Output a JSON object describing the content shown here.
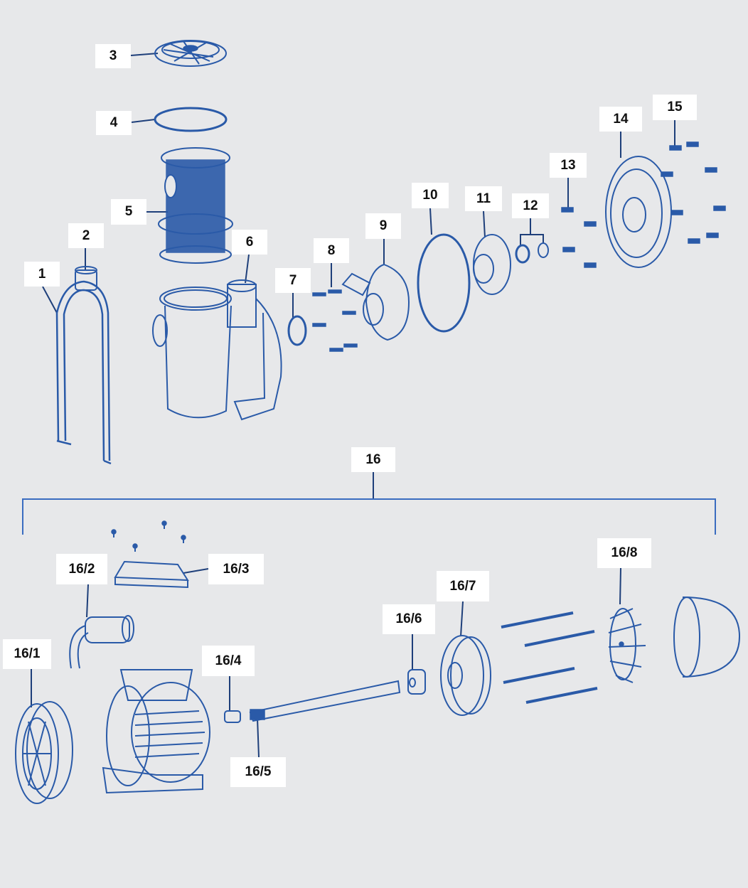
{
  "diagram": {
    "type": "exploded-parts-view",
    "accent_color": "#2a5aa8",
    "labels": [
      "1",
      "2",
      "3",
      "4",
      "5",
      "6",
      "7",
      "8",
      "9",
      "10",
      "11",
      "12",
      "13",
      "14",
      "15",
      "16",
      "16/1",
      "16/2",
      "16/3",
      "16/4",
      "16/5",
      "16/6",
      "16/7",
      "16/8"
    ]
  }
}
